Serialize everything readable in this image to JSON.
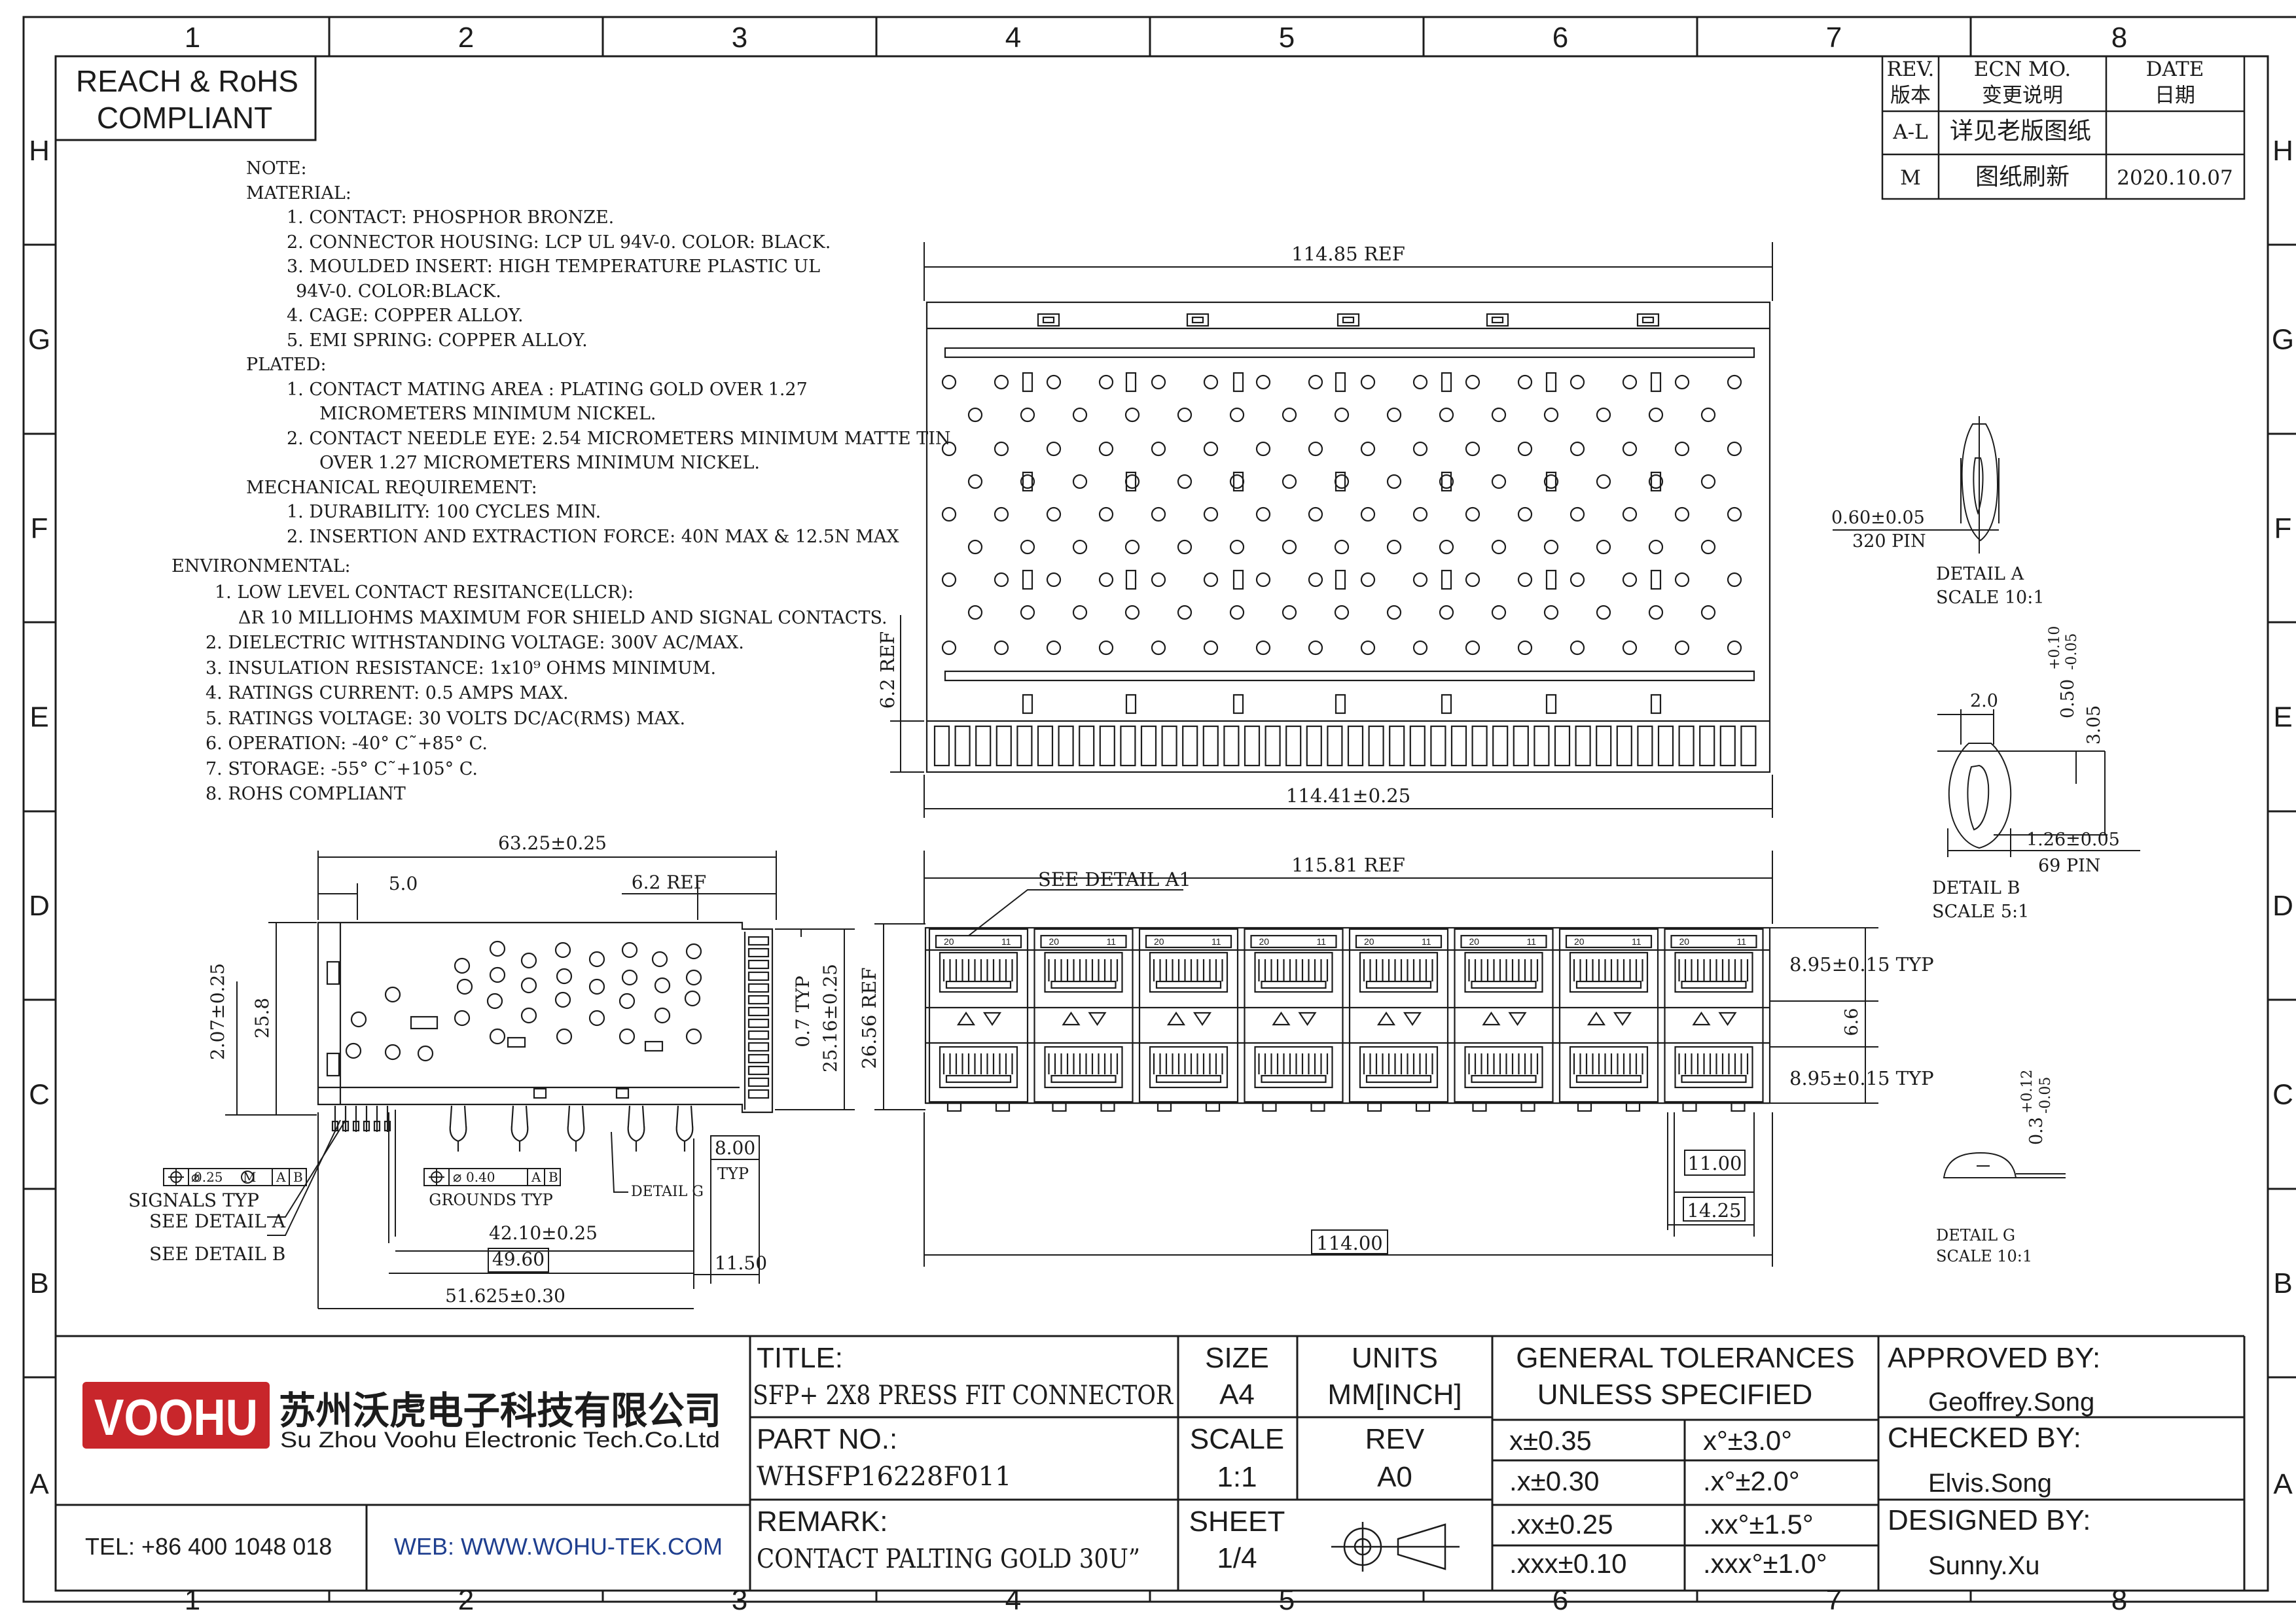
{
  "zone_columns": [
    "1",
    "2",
    "3",
    "4",
    "5",
    "6",
    "7",
    "8"
  ],
  "zone_rows": [
    "H",
    "G",
    "F",
    "E",
    "D",
    "C",
    "B",
    "A"
  ],
  "compliance": {
    "line1": "REACH & RoHS",
    "line2": "COMPLIANT"
  },
  "revision_table": {
    "headers": {
      "rev_en": "REV.",
      "rev_cn": "版本",
      "ecn_en": "ECN MO.",
      "ecn_cn": "变更说明",
      "date_en": "DATE",
      "date_cn": "日期"
    },
    "rows": [
      {
        "rev": "A-L",
        "ecn": "详见老版图纸",
        "date": ""
      },
      {
        "rev": "M",
        "ecn": "图纸刷新",
        "date": "2020.10.07"
      }
    ]
  },
  "notes": [
    "NOTE:",
    "MATERIAL:",
    "1. CONTACT: PHOSPHOR BRONZE.",
    "2. CONNECTOR HOUSING: LCP UL 94V-0. COLOR: BLACK.",
    "3. MOULDED INSERT: HIGH TEMPERATURE PLASTIC UL",
    "94V-0. COLOR:BLACK.",
    "4. CAGE: COPPER ALLOY.",
    "5. EMI SPRING: COPPER ALLOY.",
    "PLATED:",
    "1. CONTACT MATING AREA : PLATING GOLD OVER 1.27",
    "MICROMETERS MINIMUM NICKEL.",
    "2. CONTACT NEEDLE EYE: 2.54 MICROMETERS MINIMUM MATTE TIN",
    "OVER 1.27 MICROMETERS MINIMUM NICKEL.",
    "MECHANICAL REQUIREMENT:",
    "1. DURABILITY: 100 CYCLES MIN.",
    "2. INSERTION AND EXTRACTION FORCE: 40N MAX & 12.5N MAX",
    "ENVIRONMENTAL:",
    "1. LOW LEVEL CONTACT RESITANCE(LLCR):",
    "ΔR 10 MILLIOHMS MAXIMUM FOR SHIELD AND SIGNAL CONTACTS.",
    "2. DIELECTRIC WITHSTANDING VOLTAGE: 300V AC/MAX.",
    "3. INSULATION RESISTANCE: 1x10⁹ OHMS MINIMUM.",
    "4. RATINGS CURRENT: 0.5 AMPS MAX.",
    "5. RATINGS VOLTAGE: 30 VOLTS DC/AC(RMS) MAX.",
    "6. OPERATION: -40° C˜+85° C.",
    "7. STORAGE:   -55° C˜+105° C.",
    "8. ROHS COMPLIANT"
  ],
  "top_view": {
    "ref_width": "114.85 REF",
    "overall_width": "114.41±0.25",
    "height_ref": "6.2 REF"
  },
  "front_view": {
    "ref_width": "115.81 REF",
    "see_detail": "SEE DETAIL A1",
    "height": "26.56 REF",
    "port_pitch": "8.95±0.15 TYP",
    "port_pitch_2": "8.95±0.15 TYP",
    "gap": "6.6",
    "pitch_11": "11.00",
    "pitch_1425": "14.25",
    "overall": "114.00",
    "port_labels": {
      "a": "20",
      "b": "11"
    }
  },
  "side_view": {
    "overall": "63.25±0.25",
    "d50": "5.0",
    "ref62": "6.2 REF",
    "h207": "2.07±0.25",
    "h258": "25.8",
    "h07": "0.7 TYP",
    "h2516": "25.16±0.25",
    "d4210": "42.10±0.25",
    "d4960": "49.60",
    "d51625": "51.625±0.30",
    "d1150": "11.50",
    "d800": "8.00",
    "typ": "TYP",
    "tol_signals": "0.25",
    "tol_grounds": "0.40",
    "datum_a": "A",
    "datum_b": "B",
    "mod": "M",
    "signals": "SIGNALS TYP",
    "grounds": "GROUNDS TYP",
    "see_a": "SEE DETAIL A",
    "see_b": "SEE DETAIL B",
    "detail_g": "DETAIL G"
  },
  "details": {
    "a_dim": "0.60±0.05",
    "a_pin": "320 PIN",
    "a_name": "DETAIL A",
    "a_scale": "SCALE 10:1",
    "b_w": "2.0",
    "b_tol": "0.50",
    "b_tol_up": "+0.10",
    "b_tol_dn": "-0.05",
    "b_h": "3.05",
    "b_dim": "1.26±0.05",
    "b_pin": "69 PIN",
    "b_name": "DETAIL B",
    "b_scale": "SCALE 5:1",
    "g_tol": "0.3",
    "g_up": "+0.12",
    "g_dn": "-0.05",
    "g_name": "DETAIL G",
    "g_scale": "SCALE 10:1"
  },
  "title_block": {
    "logo": "VOOHU",
    "company_cn": "苏州沃虎电子科技有限公司",
    "company_en": "Su Zhou Voohu Electronic Tech.Co.Ltd",
    "tel": "TEL: +86 400 1048 018",
    "web": "WEB: WWW.WOHU-TEK.COM",
    "title_label": "TITLE:",
    "title": "SFP+ 2X8 PRESS FIT CONNECTOR",
    "part_label": "PART NO.:",
    "part": "WHSFP16228F011",
    "remark_label": "REMARK:",
    "remark": "CONTACT PALTING GOLD 30U”",
    "size_label": "SIZE",
    "size": "A4",
    "units_label": "UNITS",
    "units": "MM[INCH]",
    "scale_label": "SCALE",
    "scale": "1:1",
    "rev_label": "REV",
    "rev": "A0",
    "sheet_label": "SHEET",
    "sheet": "1/4",
    "tol_title1": "GENERAL TOLERANCES",
    "tol_title2": "UNLESS SPECIFIED",
    "tolerances": [
      [
        "x±0.35",
        "x°±3.0°"
      ],
      [
        ".x±0.30",
        ".x°±2.0°"
      ],
      [
        ".xx±0.25",
        ".xx°±1.5°"
      ],
      [
        ".xxx±0.10",
        ".xxx°±1.0°"
      ]
    ],
    "approved_label": "APPROVED BY:",
    "approved": "Geoffrey.Song",
    "checked_label": "CHECKED BY:",
    "checked": "Elvis.Song",
    "designed_label": "DESIGNED BY:",
    "designed": "Sunny.Xu"
  },
  "colors": {
    "brand": "#c8262b",
    "line": "#1c1c1c",
    "web_text": "#1f3f8f"
  }
}
